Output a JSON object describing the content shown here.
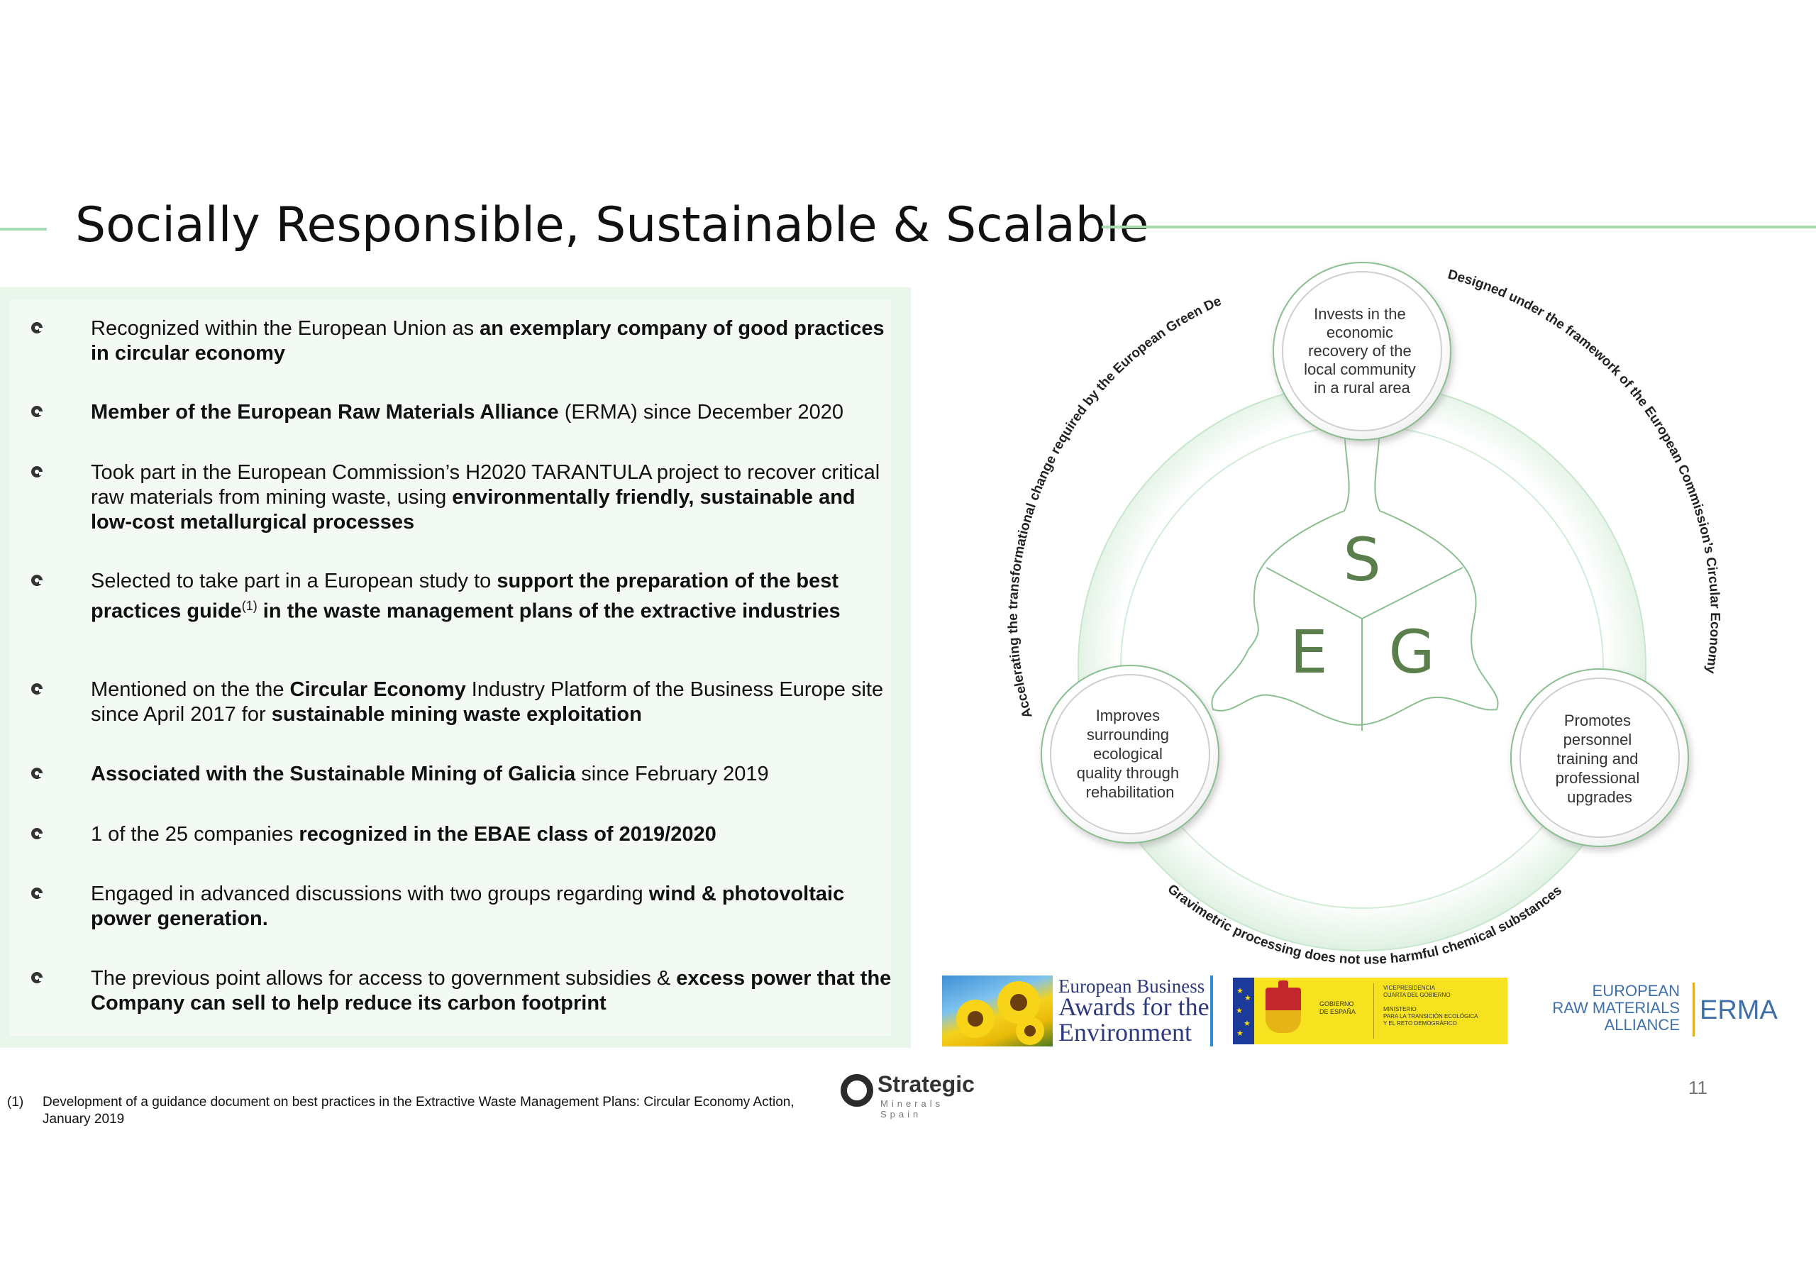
{
  "title": "Socially Responsible, Sustainable & Scalable",
  "bullets": [
    {
      "parts": [
        {
          "t": "Recognized within the European Union as ",
          "b": false
        },
        {
          "t": "an exemplary company of good practices in circular economy",
          "b": true
        }
      ]
    },
    {
      "parts": [
        {
          "t": "Member of the European Raw Materials Alliance",
          "b": true
        },
        {
          "t": " (ERMA) since December 2020",
          "b": false
        }
      ]
    },
    {
      "parts": [
        {
          "t": "Took part in the European Commission’s H2020 TARANTULA project to recover critical raw materials from mining waste, using ",
          "b": false
        },
        {
          "t": "environmentally friendly, sustainable and low-cost metallurgical processes",
          "b": true
        }
      ]
    },
    {
      "parts": [
        {
          "t": "Selected to take part in a European study to ",
          "b": false
        },
        {
          "t": "support the preparation of the best practices guide",
          "b": true
        },
        {
          "t": "(1)",
          "b": false,
          "sup": true
        },
        {
          "t": " in the waste management plans of the extractive industries",
          "b": true
        }
      ]
    },
    {
      "parts": [
        {
          "t": "Mentioned on the the ",
          "b": false
        },
        {
          "t": "Circular Economy",
          "b": true
        },
        {
          "t": " Industry Platform of the Business Europe site since April 2017 for ",
          "b": false
        },
        {
          "t": "sustainable mining waste exploitation",
          "b": true
        }
      ]
    },
    {
      "parts": [
        {
          "t": "Associated with the Sustainable Mining of Galicia",
          "b": true
        },
        {
          "t": " since February 2019",
          "b": false
        }
      ]
    },
    {
      "parts": [
        {
          "t": "1 of the 25 companies ",
          "b": false
        },
        {
          "t": "recognized in the EBAE class of 2019/2020",
          "b": true
        }
      ]
    },
    {
      "parts": [
        {
          "t": "Engaged in advanced discussions with two groups regarding ",
          "b": false
        },
        {
          "t": "wind & photovoltaic power generation.",
          "b": true
        }
      ]
    },
    {
      "parts": [
        {
          "t": "The previous point allows for access to government subsidies & ",
          "b": false
        },
        {
          "t": "excess power that the Company can sell to help reduce its carbon footprint",
          "b": true
        }
      ]
    }
  ],
  "diagram": {
    "top_circle": [
      "Invests in the",
      "economic",
      "recovery of the",
      "local community",
      "in a rural area"
    ],
    "left_circle": [
      "Improves",
      "surrounding",
      "ecological",
      "quality through",
      "rehabilitation"
    ],
    "right_circle": [
      "Promotes",
      "personnel",
      "training and",
      "professional",
      "upgrades"
    ],
    "letters": {
      "s": "S",
      "e": "E",
      "g": "G"
    },
    "arc_left": "Accelerating the transformational change required by the European Green Deal",
    "arc_right": "Designed under the framework of the European Commission’s Circular Economy",
    "arc_bottom": "Gravimetric processing does not use harmful chemical substances"
  },
  "logos": {
    "eba_line1": "European Business",
    "eba_line2": "Awards for the",
    "eba_line3": "Environment",
    "gob_left": [
      "GOBIERNO",
      "DE ESPAÑA"
    ],
    "gob_right": [
      "VICEPRESIDENCIA",
      "CUARTA DEL GOBIERNO",
      "",
      "MINISTERIO",
      "PARA LA TRANSICIÓN ECOLÓGICA",
      "Y EL RETO DEMOGRÁFICO"
    ],
    "erma_lines": [
      "EUROPEAN",
      "RAW MATERIALS",
      "ALLIANCE"
    ],
    "erma_short": "ERMA",
    "strategic_name": "Strategic",
    "strategic_sub": "Minerals Spain"
  },
  "footnote": {
    "num": "(1)",
    "text": "Development of a guidance document on best practices in the Extractive Waste Management Plans: Circular Economy Action, January 2019"
  },
  "page_number": "11",
  "colors": {
    "accent": "#a9dcb2",
    "panel": "#e9f6ec",
    "letters": "#5b7f4c",
    "erma_blue": "#3f6fa8",
    "eba_blue": "#2e3a7d"
  }
}
